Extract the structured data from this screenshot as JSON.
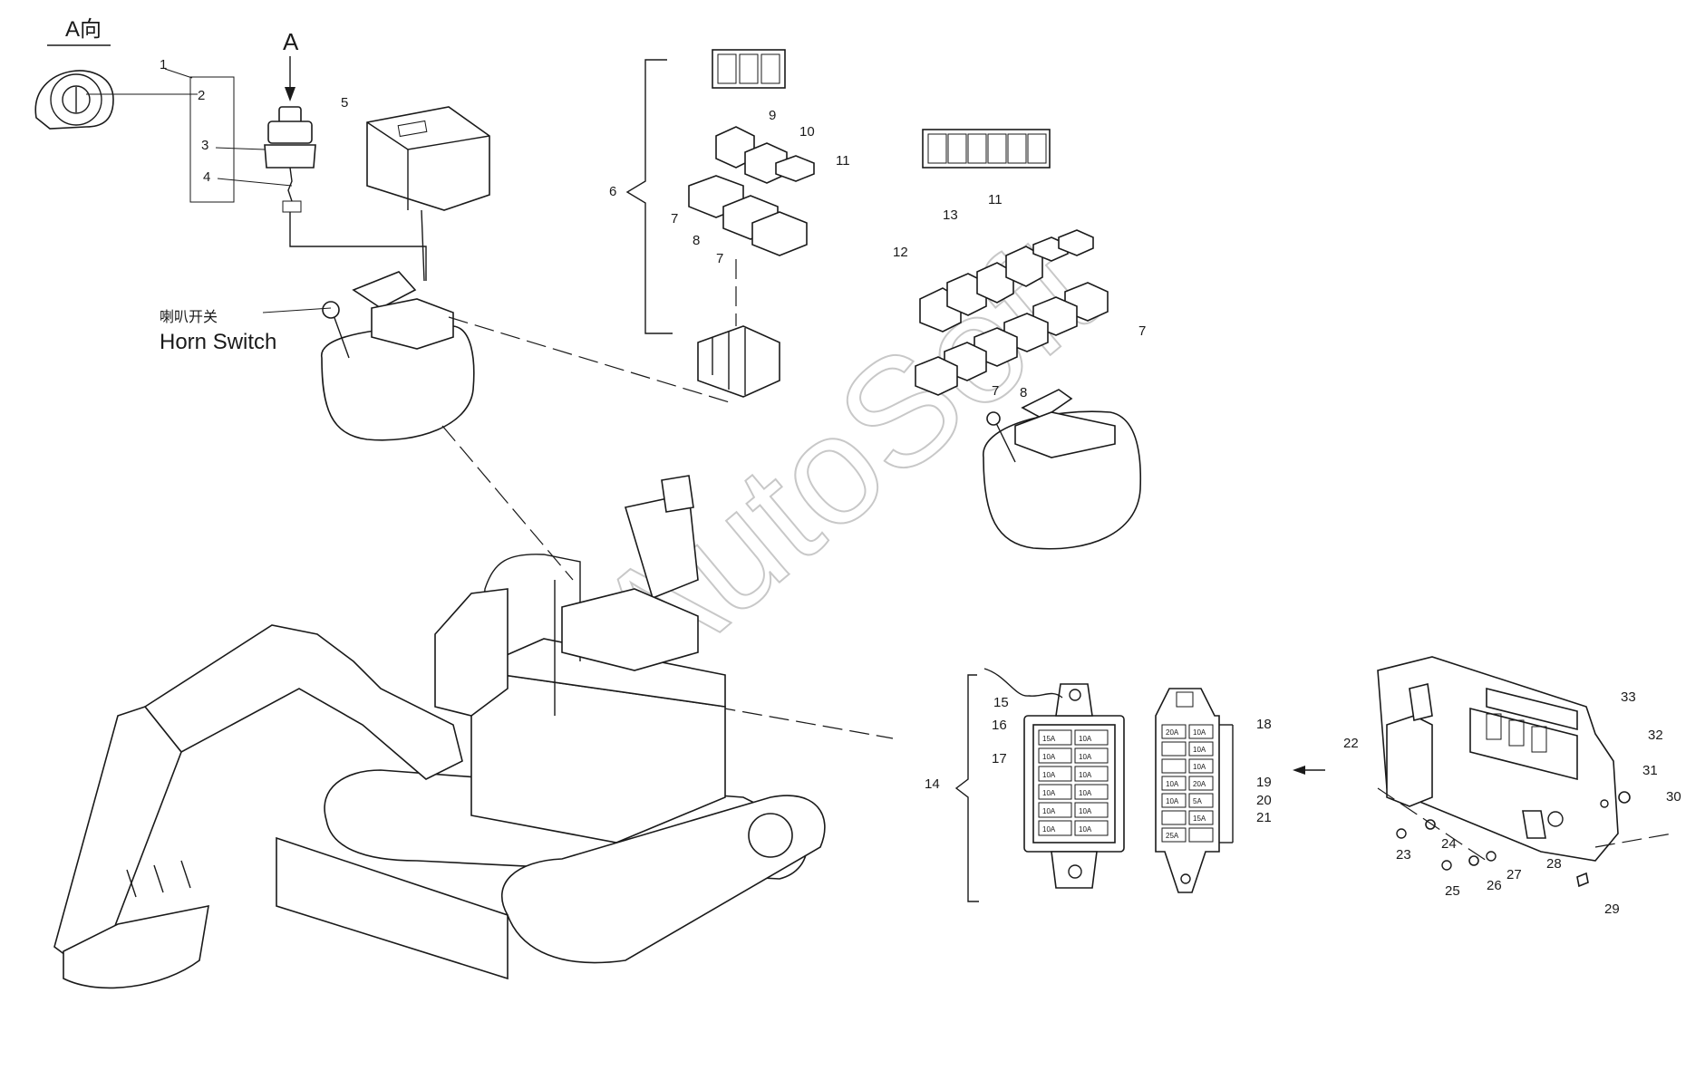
{
  "view_label": "A向",
  "arrow_label": "A",
  "horn_cn": "喇叭开关",
  "horn_en": "Horn Switch",
  "watermark": "AutoSoft",
  "fuse_left_cells": [
    "15A",
    "10A",
    "10A",
    "10A",
    "10A",
    "10A",
    "10A",
    "10A",
    "10A",
    "10A",
    "10A",
    "10A"
  ],
  "fuse_right_cells": [
    "20A",
    "10A",
    "",
    "10A",
    "",
    "10A",
    "10A",
    "20A",
    "10A",
    "5A",
    "",
    "15A",
    "25A",
    ""
  ],
  "callouts": [
    "1",
    "2",
    "3",
    "4",
    "5",
    "6",
    "7",
    "8",
    "9",
    "10",
    "11",
    "7",
    "11",
    "12",
    "13",
    "7",
    "8",
    "7",
    "14",
    "15",
    "16",
    "17",
    "18",
    "19",
    "20",
    "21",
    "22",
    "23",
    "24",
    "25",
    "26",
    "27",
    "28",
    "29",
    "30",
    "31",
    "32",
    "33"
  ]
}
